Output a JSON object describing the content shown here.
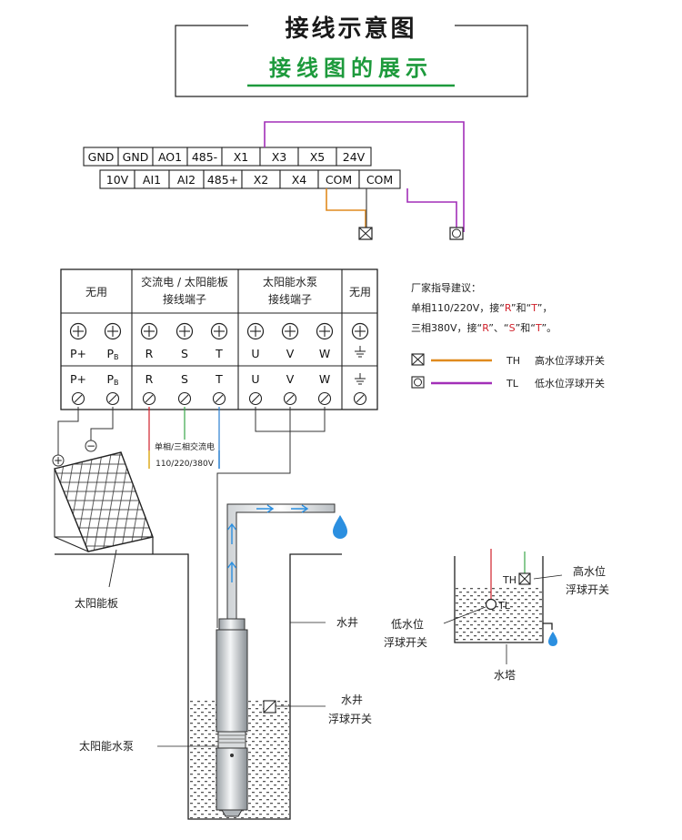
{
  "header": {
    "title": "接线示意图",
    "subtitle": "接线图的展示"
  },
  "terminal_strip": {
    "top_row": [
      "GND",
      "GND",
      "AO1",
      "485-",
      "X1",
      "X3",
      "X5",
      "24V"
    ],
    "bottom_row": [
      "10V",
      "AI1",
      "AI2",
      "485+",
      "X2",
      "X4",
      "COM",
      "COM"
    ]
  },
  "board": {
    "headers": {
      "unused_left": "无用",
      "ac_solar_line1": "交流电 / 太阳能板",
      "ac_solar_line2": "接线端子",
      "pump_line1": "太阳能水泵",
      "pump_line2": "接线端子",
      "unused_right": "无用"
    },
    "terminals": [
      {
        "top": "P+",
        "bottom": "P+"
      },
      {
        "top": "P",
        "top_sub": "B",
        "bottom": "P",
        "bottom_sub": "B"
      },
      {
        "top": "R",
        "bottom": "R"
      },
      {
        "top": "S",
        "bottom": "S"
      },
      {
        "top": "T",
        "bottom": "T"
      },
      {
        "top": "U",
        "bottom": "U"
      },
      {
        "top": "V",
        "bottom": "V"
      },
      {
        "top": "W",
        "bottom": "W"
      },
      {
        "top": "⏚",
        "bottom": "⏚"
      }
    ],
    "supply_label_1": "单相/三相交流电",
    "supply_label_2": "110/220/380V"
  },
  "advice": {
    "line1": "厂家指导建议：",
    "line2_parts": [
      "单相110/220V，接“",
      "R",
      "”和“",
      "T",
      "”，"
    ],
    "line3_parts": [
      "三相380V，接“",
      "R",
      "”、“",
      "S",
      "”和“",
      "T",
      "”。"
    ]
  },
  "legend": [
    {
      "code": "TH",
      "desc": "高水位浮球开关",
      "color": "#e08a1e",
      "icon": "box-x-icon"
    },
    {
      "code": "TL",
      "desc": "低水位浮球开关",
      "color": "#a22fb8",
      "icon": "box-circle-icon"
    }
  ],
  "panel": {
    "plus": "⊕",
    "minus": "⊖"
  },
  "labels": {
    "solar_panel": "太阳能板",
    "well": "水井",
    "well_float_line1": "水井",
    "well_float_line2": "浮球开关",
    "solar_pump": "太阳能水泵",
    "tower": "水塔",
    "tower_high_line1": "高水位",
    "tower_high_line2": "浮球开关",
    "tower_low_line1": "低水位",
    "tower_low_line2": "浮球开关",
    "th": "TH",
    "tl": "TL"
  },
  "colors": {
    "orange_wire": "#e08a1e",
    "purple_wire": "#a22fb8",
    "green_title": "#1d9a3c",
    "red_wire": "#d0202a",
    "green_wire": "#3aa64a",
    "blue_wire": "#2a7fd0",
    "water_blue": "#2b8fe0"
  }
}
